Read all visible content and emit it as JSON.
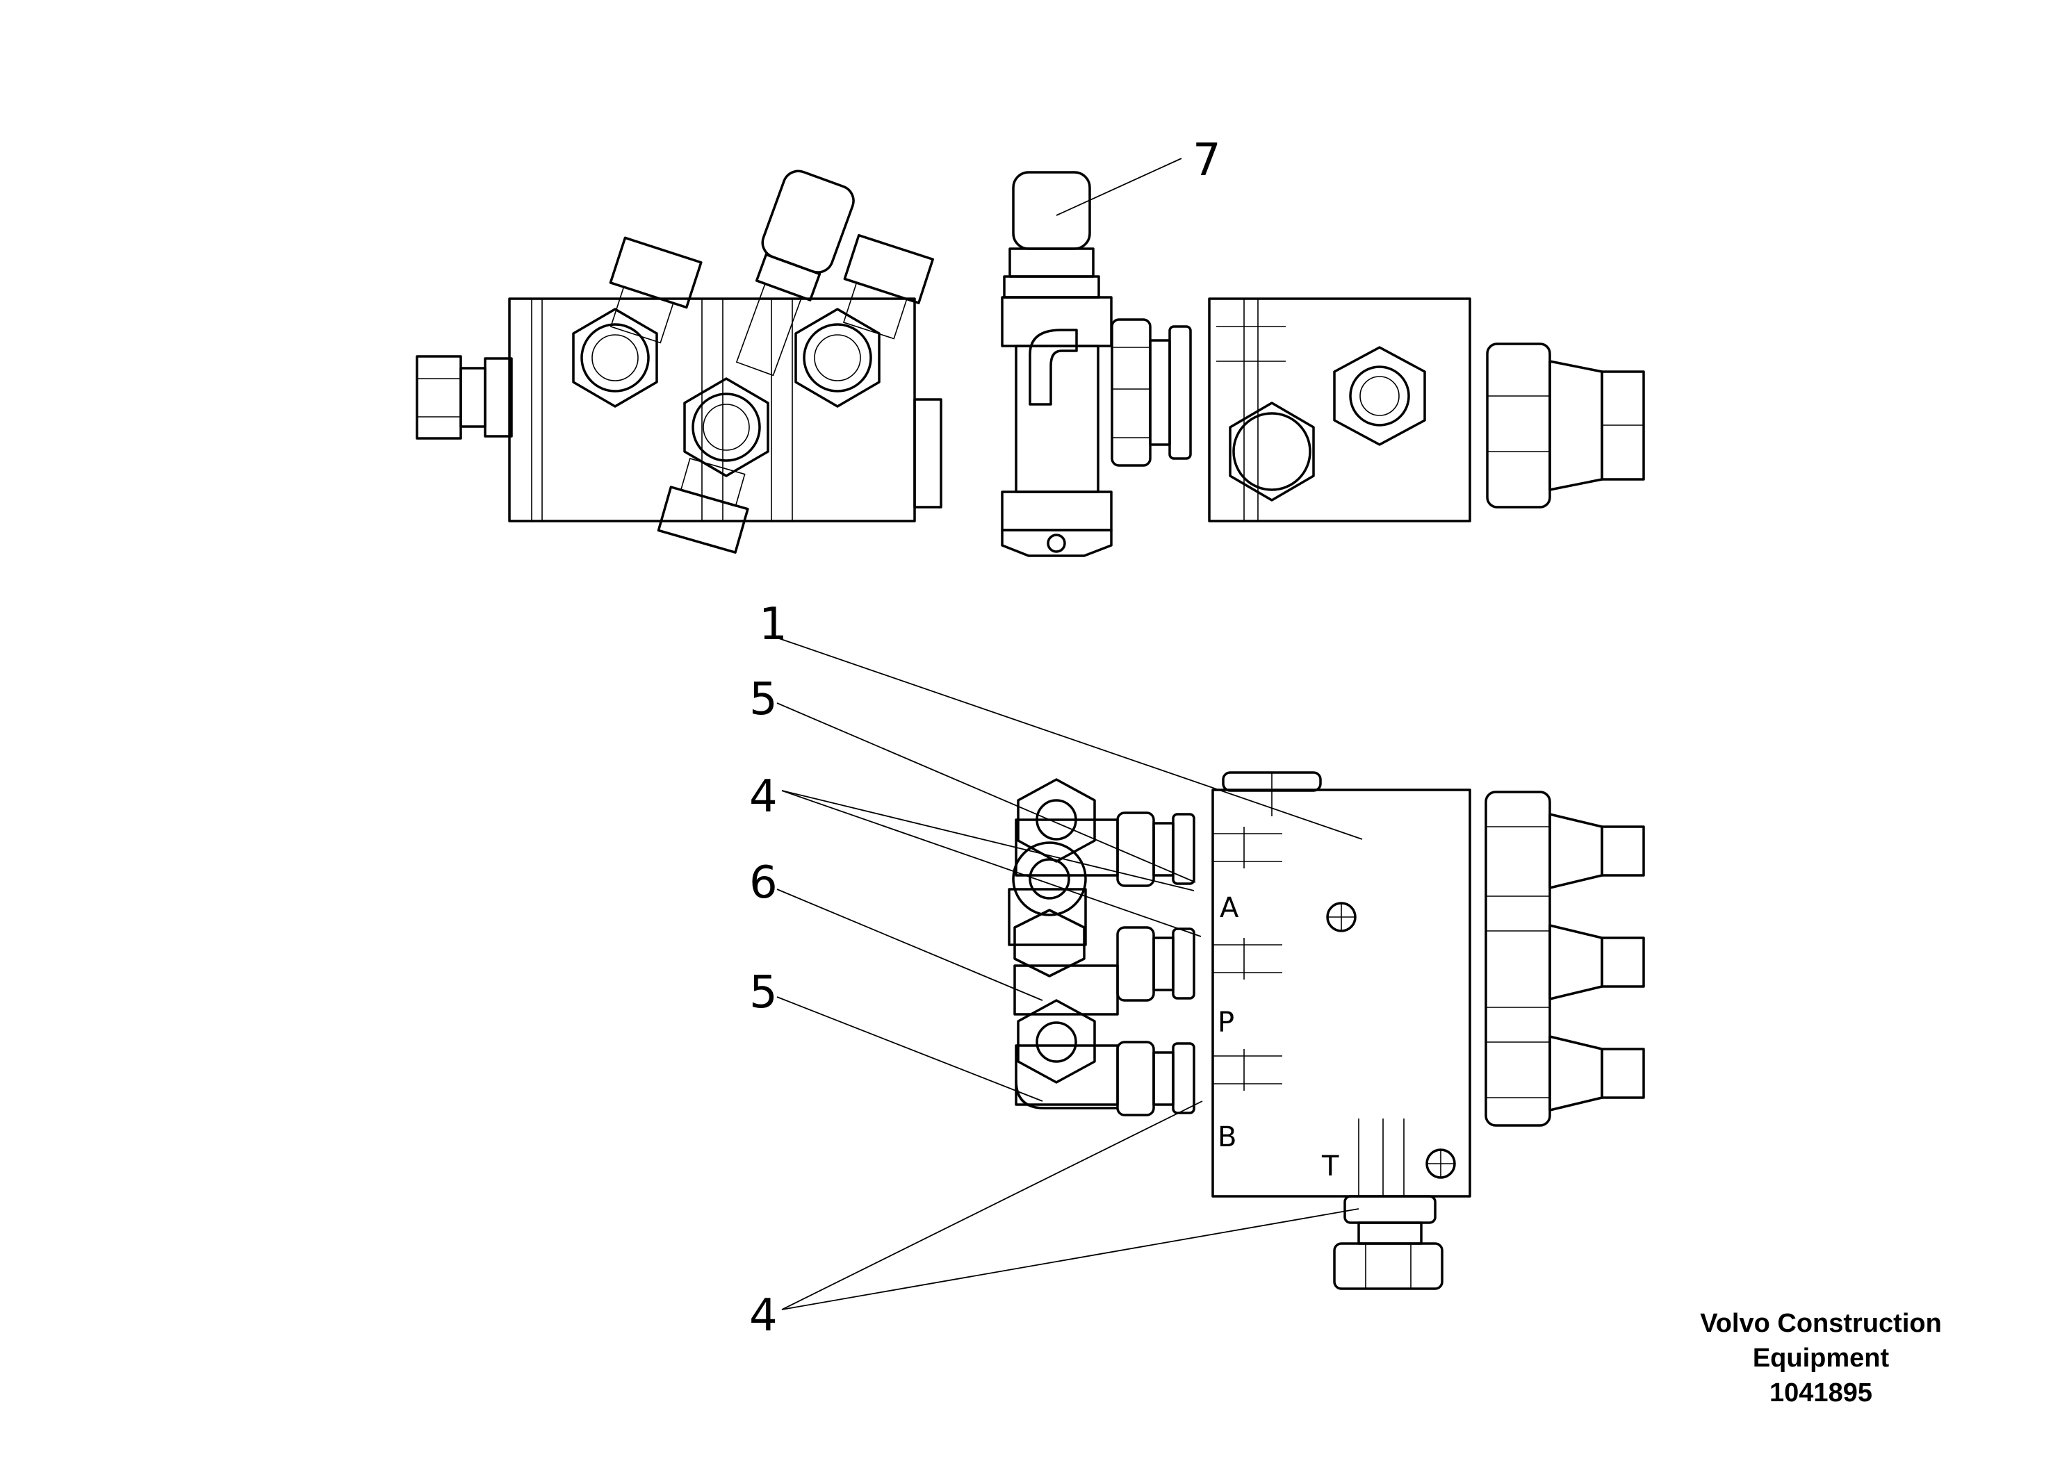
{
  "callouts": {
    "c7": "7",
    "c1": "1",
    "c5a": "5",
    "c4a": "4",
    "c6": "6",
    "c5b": "5",
    "c4b": "4"
  },
  "ports": {
    "a": "A",
    "p": "P",
    "b": "B",
    "t": "T"
  },
  "brand": {
    "line1": "Volvo Construction",
    "line2": "Equipment",
    "number": "1041895"
  }
}
